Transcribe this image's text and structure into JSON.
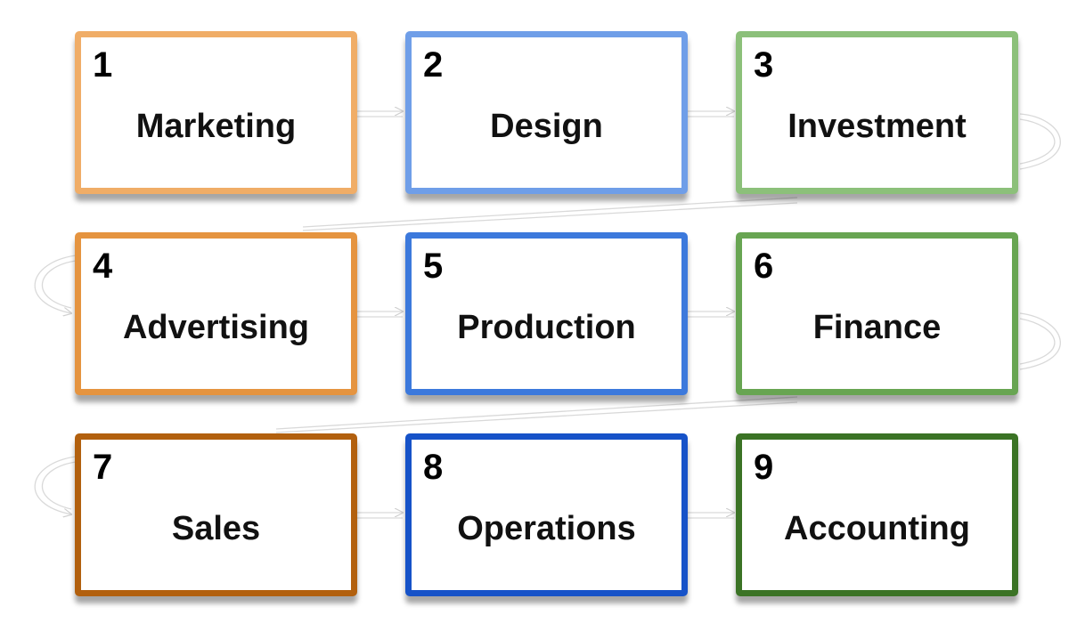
{
  "steps": [
    {
      "number": "1",
      "label": "Marketing",
      "color": "#f0ad67"
    },
    {
      "number": "2",
      "label": "Design",
      "color": "#6f9ee8"
    },
    {
      "number": "3",
      "label": "Investment",
      "color": "#8cc07a"
    },
    {
      "number": "4",
      "label": "Advertising",
      "color": "#e59440"
    },
    {
      "number": "5",
      "label": "Production",
      "color": "#3c79dc"
    },
    {
      "number": "6",
      "label": "Finance",
      "color": "#68a552"
    },
    {
      "number": "7",
      "label": "Sales",
      "color": "#b2600e"
    },
    {
      "number": "8",
      "label": "Operations",
      "color": "#1652c8"
    },
    {
      "number": "9",
      "label": "Accounting",
      "color": "#3b7325"
    }
  ],
  "connector_color": "#d6d6d6"
}
